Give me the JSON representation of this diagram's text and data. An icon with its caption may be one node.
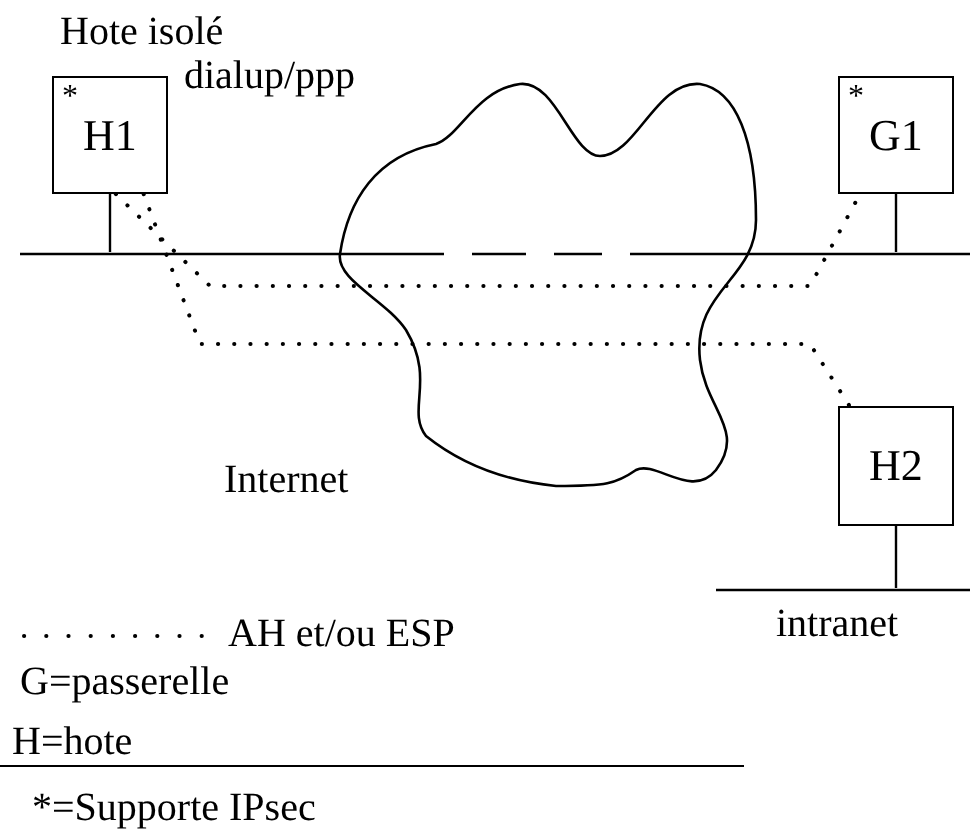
{
  "diagram": {
    "nodes": [
      {
        "text": [
          "*",
          "H1"
        ],
        "beside": [
          "Hote isolé",
          "dialup/ppp"
        ]
      },
      {
        "text": [
          "*",
          "G1"
        ]
      },
      {
        "text": [
          "H2"
        ]
      },
      {
        "text": [],
        "shape": "bar"
      },
      {
        "text": [],
        "shape": "bar",
        "beside": [
          "intranet"
        ]
      }
    ],
    "edges": [
      {
        "from": 0,
        "to": 1,
        "arrow": "none",
        "style": "dashed"
      },
      {
        "from": 0,
        "to": 2,
        "arrow": "none",
        "style": "dashed"
      },
      {
        "from": 0,
        "to": 3,
        "arrow": "none"
      },
      {
        "from": 1,
        "to": 3,
        "arrow": "none"
      },
      {
        "from": 2,
        "to": 4,
        "arrow": "none"
      }
    ],
    "labels": [
      "Internet",
      "G=passerelle",
      "H=hote",
      "*=Supporte IPsec"
    ],
    "legend": [
      {
        "text": "AH et/ou ESP"
      }
    ]
  }
}
